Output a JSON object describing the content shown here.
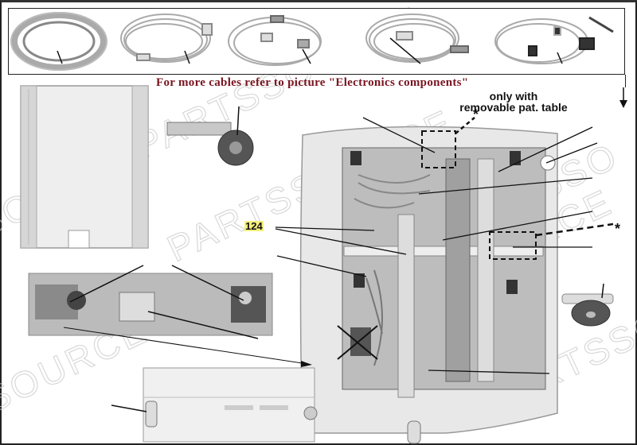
{
  "diagram": {
    "cable_note": "For more cables refer to picture \"Electronics components\"",
    "removable_note": "only with removable pat. table",
    "removable_note_line1": "only with",
    "removable_note_line2": "removable pat. table",
    "callout_label": "124",
    "asterisk": "*",
    "watermark": "PARTSSOURCE",
    "colors": {
      "note_text": "#7a1420",
      "callout_highlight": "#f6f07a",
      "lines": "#111111",
      "part_grey": "#b8b8b8"
    },
    "cables": [
      {
        "id": 1,
        "name": "coiled-cable-1"
      },
      {
        "id": 2,
        "name": "coiled-cable-2"
      },
      {
        "id": 3,
        "name": "coiled-cable-3"
      },
      {
        "id": 4,
        "name": "coiled-cable-4"
      },
      {
        "id": 5,
        "name": "coiled-cable-5"
      }
    ],
    "parts": [
      "side-panel",
      "motor-bracket",
      "roller-assembly",
      "drive-mechanism-detail",
      "column-housing",
      "base-cover"
    ]
  }
}
